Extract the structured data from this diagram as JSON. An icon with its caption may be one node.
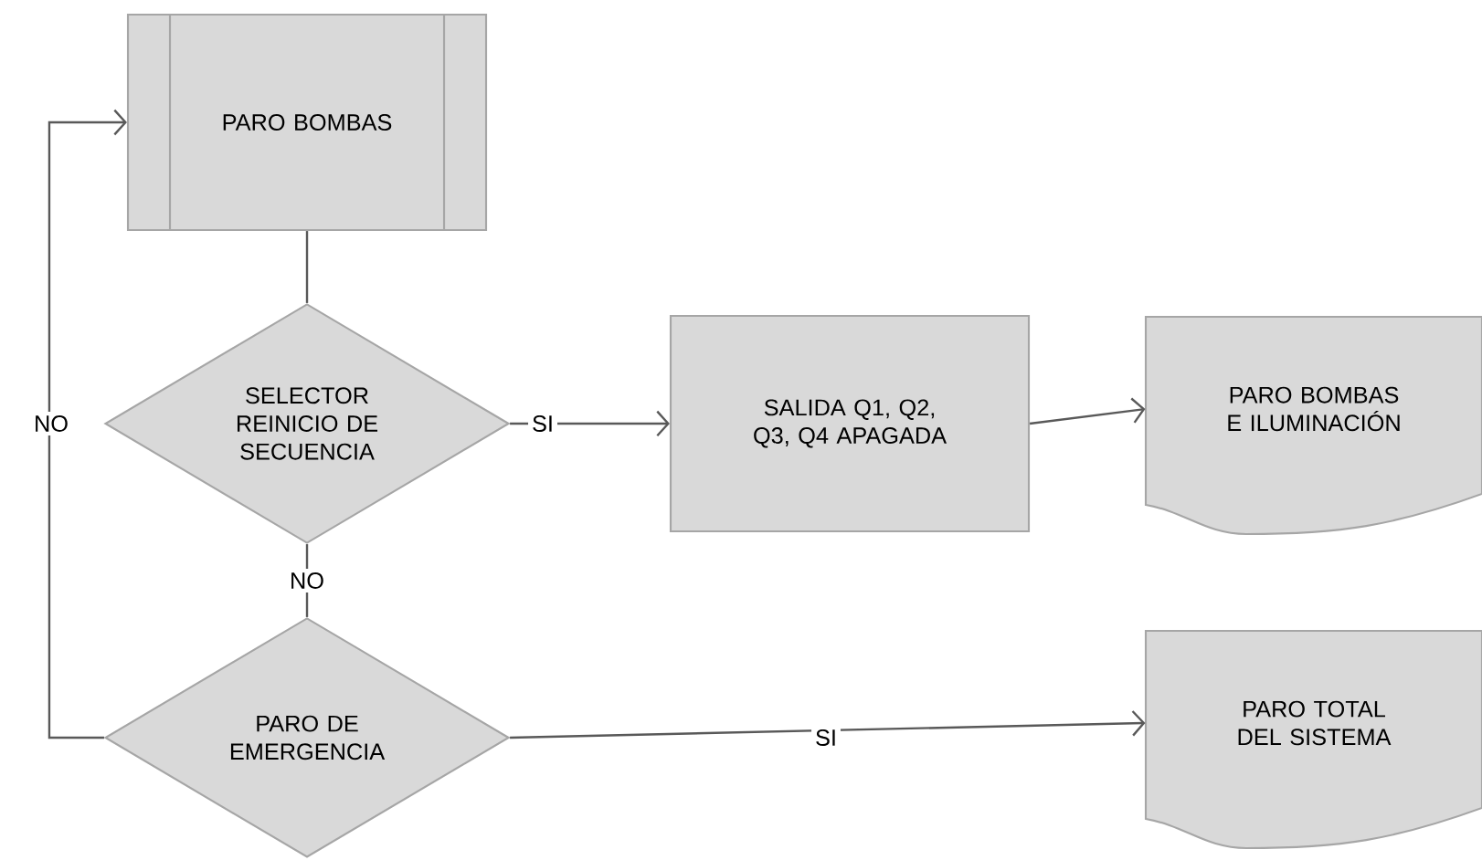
{
  "diagram": {
    "nodes": [
      {
        "text": [
          "PARO BOMBAS"
        ]
      },
      {
        "text": [
          "SELECTOR REINICIO DE SECUENCIA"
        ]
      },
      {
        "text": [
          "SALIDA Q1, Q2, Q3, Q4 APAGADA"
        ]
      },
      {
        "text": [
          "PARO BOMBAS E ILUMINACIÓN"
        ]
      },
      {
        "text": [
          "PARO DE EMERGENCIA"
        ]
      },
      {
        "text": [
          "PARO TOTAL DEL SISTEMA"
        ]
      }
    ],
    "edges": [
      {
        "from": 0,
        "to": 1,
        "arrow": "none"
      },
      {
        "from": 1,
        "to": 2,
        "arrow": "to",
        "label": "SI"
      },
      {
        "from": 2,
        "to": 3,
        "arrow": "to"
      },
      {
        "from": 1,
        "to": 4,
        "arrow": "none",
        "label": "NO"
      },
      {
        "from": 4,
        "to": 5,
        "arrow": "to",
        "label": "SI"
      },
      {
        "from": 4,
        "to": 0,
        "arrow": "to",
        "label": "NO"
      }
    ]
  }
}
